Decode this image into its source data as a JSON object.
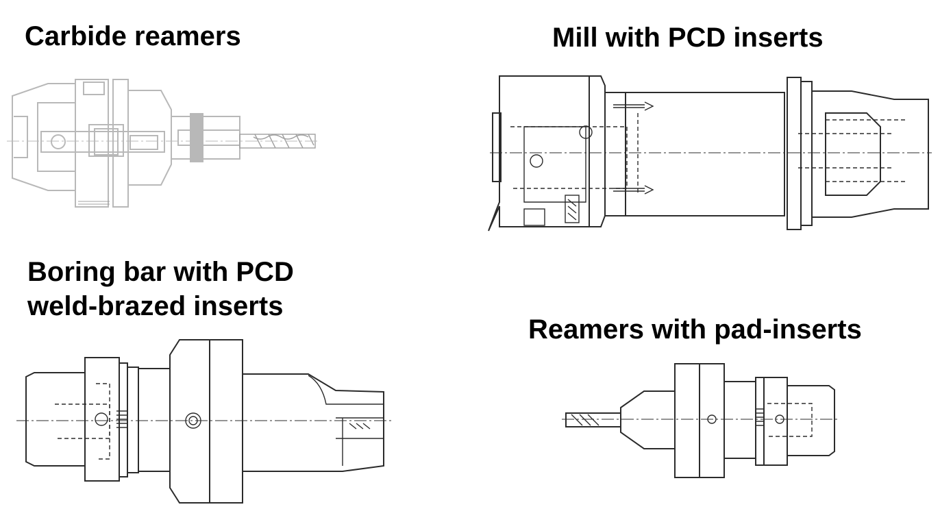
{
  "titles": {
    "carbide": "Carbide reamers",
    "mill": "Mill with PCD inserts",
    "boring_line1": "Boring bar with PCD",
    "boring_line2": "weld-brazed inserts",
    "reamers_pad": "Reamers with pad-inserts"
  },
  "colors": {
    "light_line": "#b8b8b8",
    "dark_line": "#2b2b2b",
    "hatch": "#a0a0a0"
  }
}
